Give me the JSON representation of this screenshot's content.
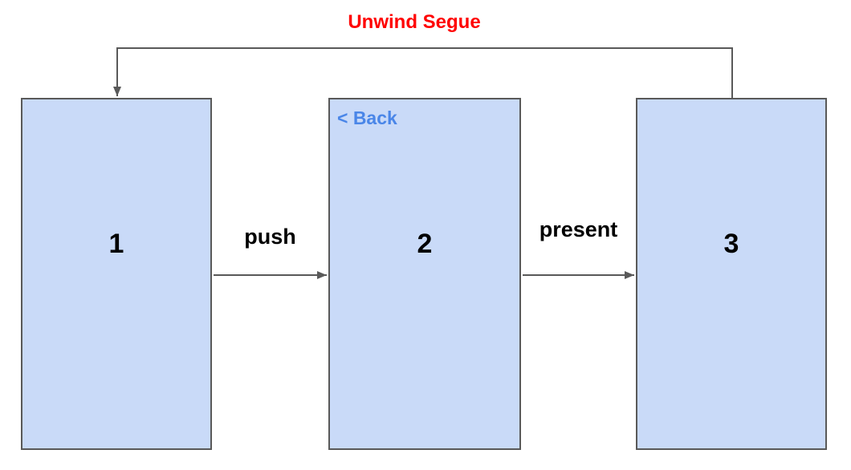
{
  "diagram": {
    "title": "Unwind Segue",
    "boxes": [
      {
        "label": "1"
      },
      {
        "label": "2",
        "back_label": "< Back"
      },
      {
        "label": "3"
      }
    ],
    "connectors": [
      {
        "from": "1",
        "to": "2",
        "label": "push"
      },
      {
        "from": "2",
        "to": "3",
        "label": "present"
      },
      {
        "from": "3",
        "to": "1",
        "label": "Unwind Segue"
      }
    ],
    "colors": {
      "box_fill": "#c9daf8",
      "box_border": "#595959",
      "connector_line": "#595959",
      "unwind_title_text": "#ff0000",
      "back_label_text": "#4a86e8",
      "arrow_label_text": "#000000"
    }
  }
}
